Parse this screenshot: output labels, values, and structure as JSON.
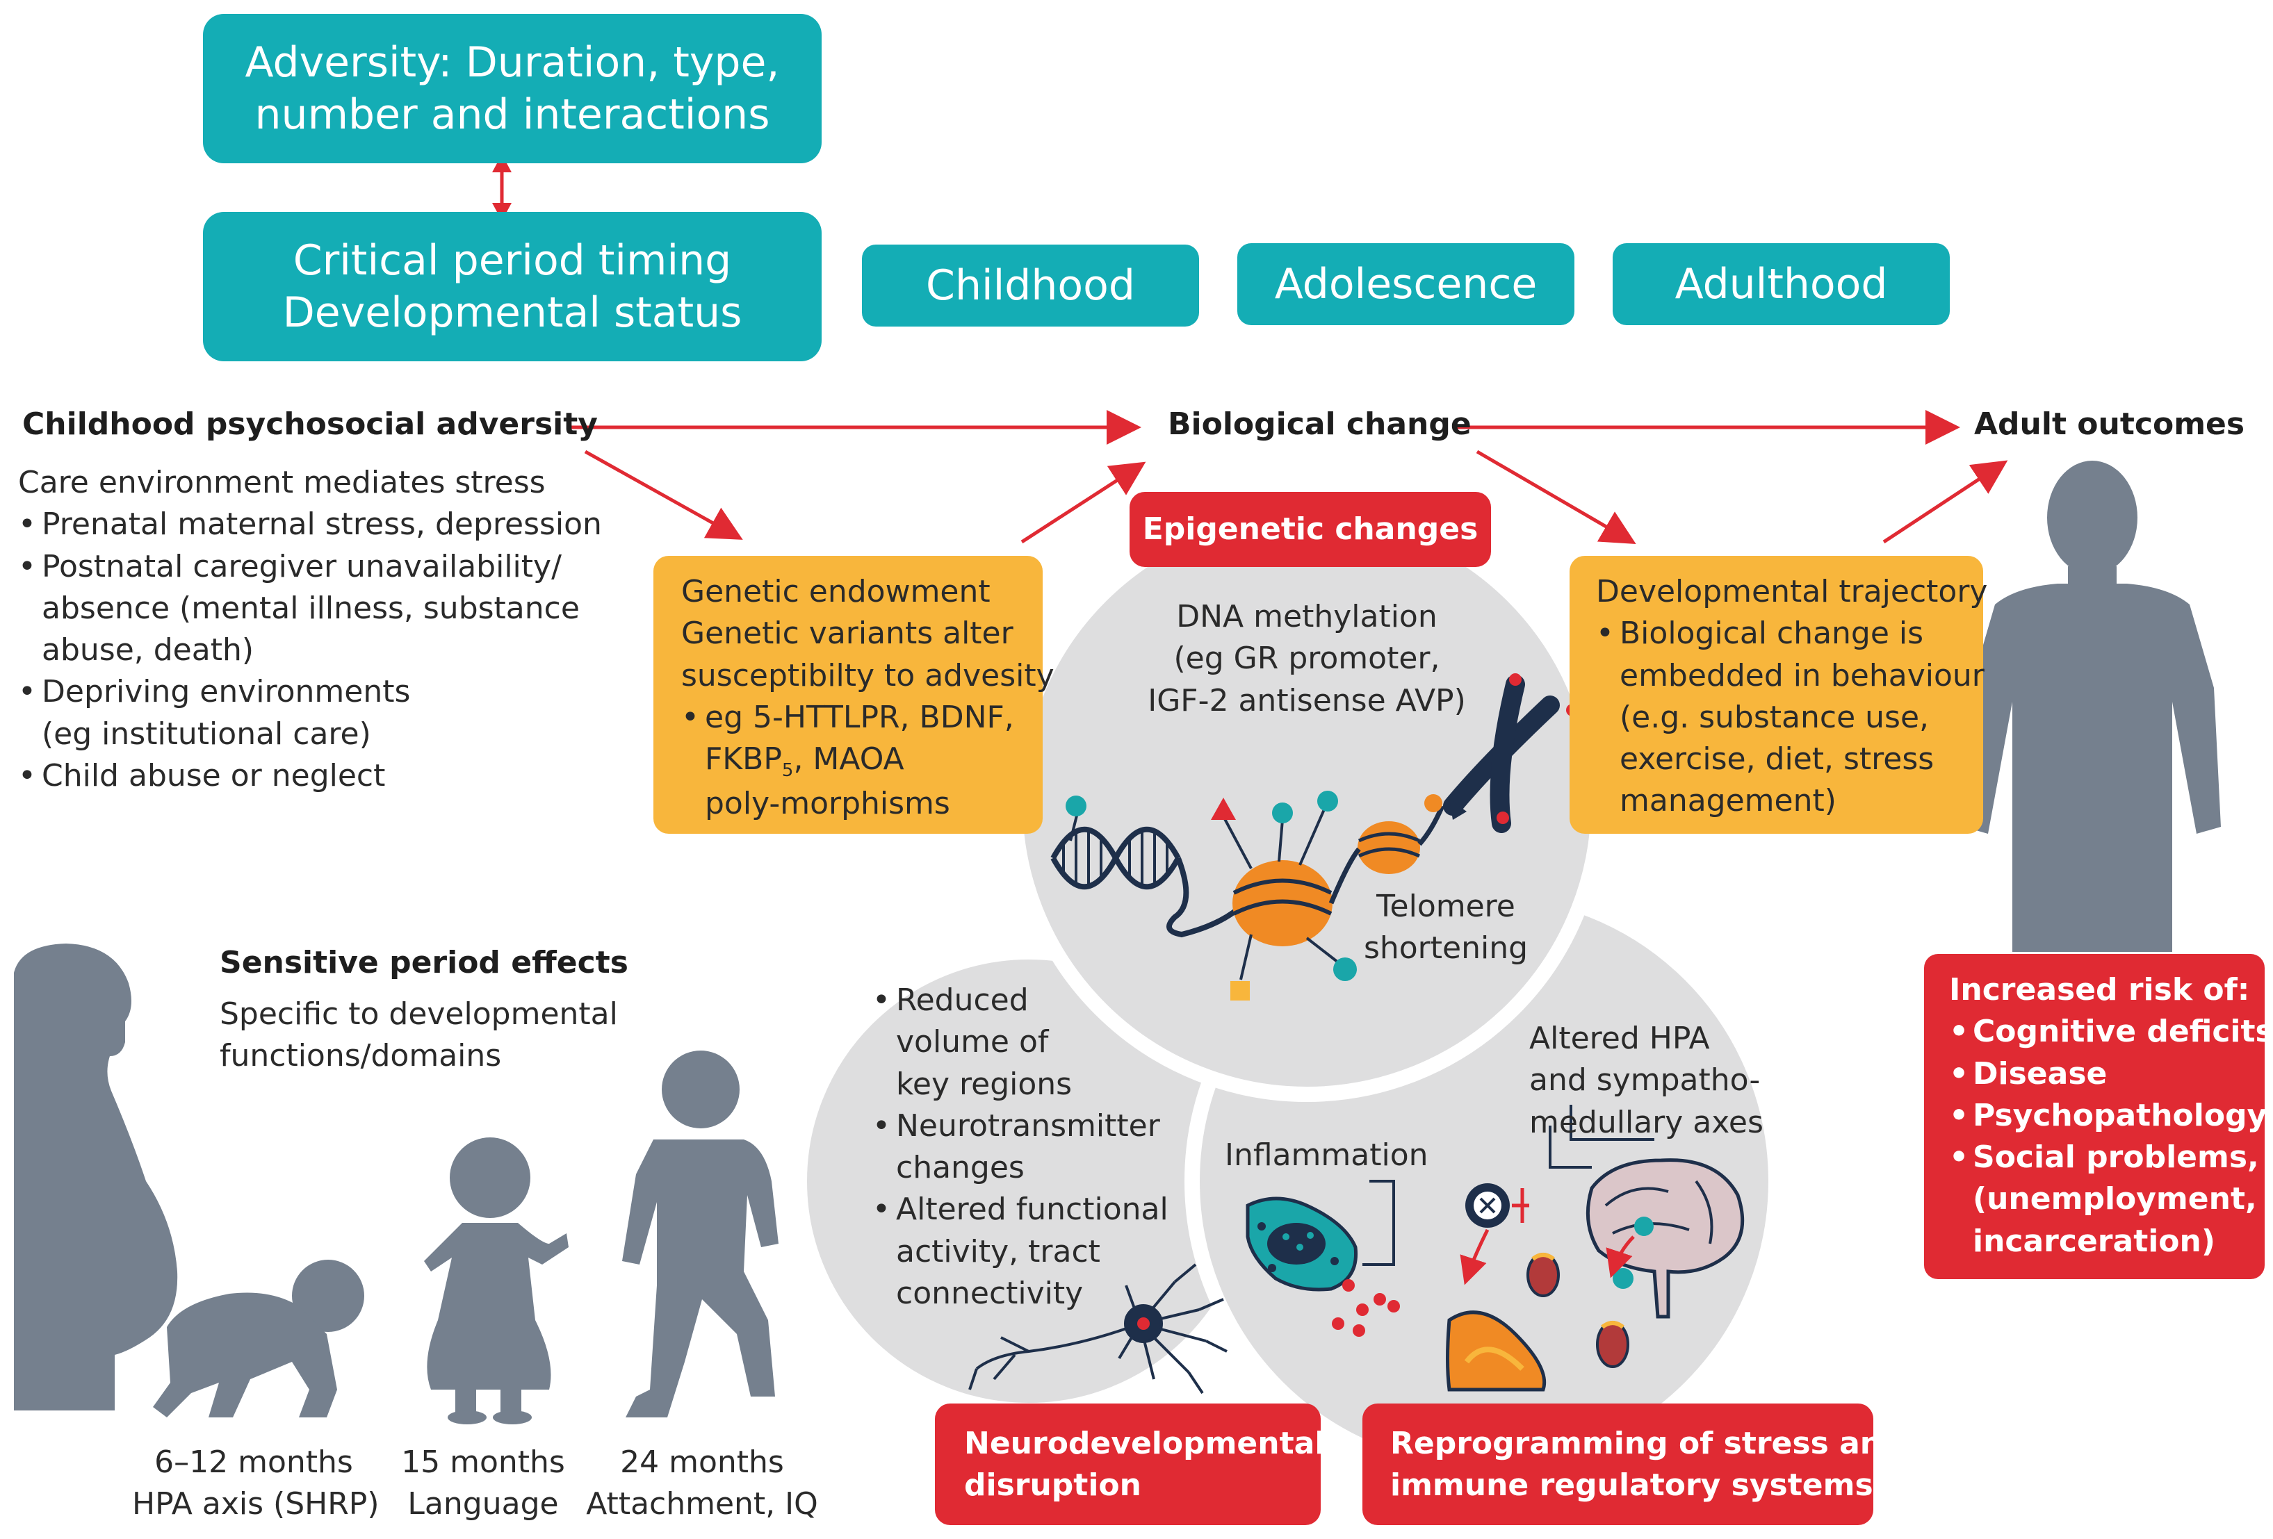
{
  "top_boxes": {
    "adversity": [
      "Adversity: Duration, type,",
      "number and interactions"
    ],
    "critical": [
      "Critical period timing",
      "Developmental status"
    ],
    "stages": [
      "Childhood",
      "Adolescence",
      "Adulthood"
    ]
  },
  "flow": {
    "left_title": "Childhood psychosocial adversity",
    "middle_title": "Biological change",
    "right_title": "Adult outcomes"
  },
  "adversity_list": {
    "intro": "Care environment mediates stress",
    "b1": "Prenatal maternal stress, depression",
    "b2a": "Postnatal caregiver unavailability/",
    "b2b": "absence (mental illness, substance",
    "b2c": "abuse, death)",
    "b3a": "Depriving environments",
    "b3b": "(eg institutional care)",
    "b4": "Child abuse or neglect"
  },
  "genetic_box": {
    "l1": "Genetic endowment",
    "l2": "Genetic variants alter",
    "l3": "susceptibilty to advesity",
    "b1": "eg 5-HTTLPR, BDNF,",
    "b2_pre": "FKBP",
    "b2_sub": "5",
    "b2_post": ", MAOA",
    "b3": "poly-morphisms"
  },
  "developmental_box": {
    "title": "Developmental trajectory",
    "b1": "Biological change is",
    "b2": "embedded in behaviour",
    "b3": "(e.g. substance use,",
    "b4": "exercise, diet, stress",
    "b5": "management)"
  },
  "epigenetic": {
    "label": "Epigenetic changes",
    "l1": "DNA methylation",
    "l2": "(eg GR promoter,",
    "l3": "IGF-2 antisense AVP)",
    "telomere1": "Telomere",
    "telomere2": "shortening"
  },
  "neuro": {
    "b1": "Reduced",
    "b1b": "volume of",
    "b1c": "key regions",
    "b2": "Neurotransmitter",
    "b2b": "changes",
    "b3": "Altered functional",
    "b3b": "activity, tract",
    "b3c": "connectivity",
    "label1": "Neurodevelopmental",
    "label2": "disruption"
  },
  "stress": {
    "inflammation": "Inflammation",
    "hpa1": "Altered HPA",
    "hpa2": "and sympatho-",
    "hpa3": "medullary axes",
    "label1": "Reprogramming of stress and",
    "label2": "immune regulatory systems"
  },
  "risk_box": {
    "title": "Increased risk of:",
    "i1": "Cognitive deficits",
    "i2": "Disease",
    "i3": "Psychopathology",
    "i4": "Social problems,",
    "i4b": "(unemployment,",
    "i4c": "incarceration)"
  },
  "sensitive": {
    "title": "Sensitive period effects",
    "sub1": "Specific to developmental",
    "sub2": "functions/domains",
    "ages": [
      {
        "age": "6–12 months",
        "domain": "HPA axis (SHRP)"
      },
      {
        "age": "15 months",
        "domain": "Language"
      },
      {
        "age": "24 months",
        "domain": "Attachment, IQ"
      }
    ]
  },
  "colors": {
    "teal": "#14adb5",
    "orange": "#f8b63c",
    "red": "#e02a33",
    "silhouette": "#75808e",
    "circle": "#dededf"
  }
}
